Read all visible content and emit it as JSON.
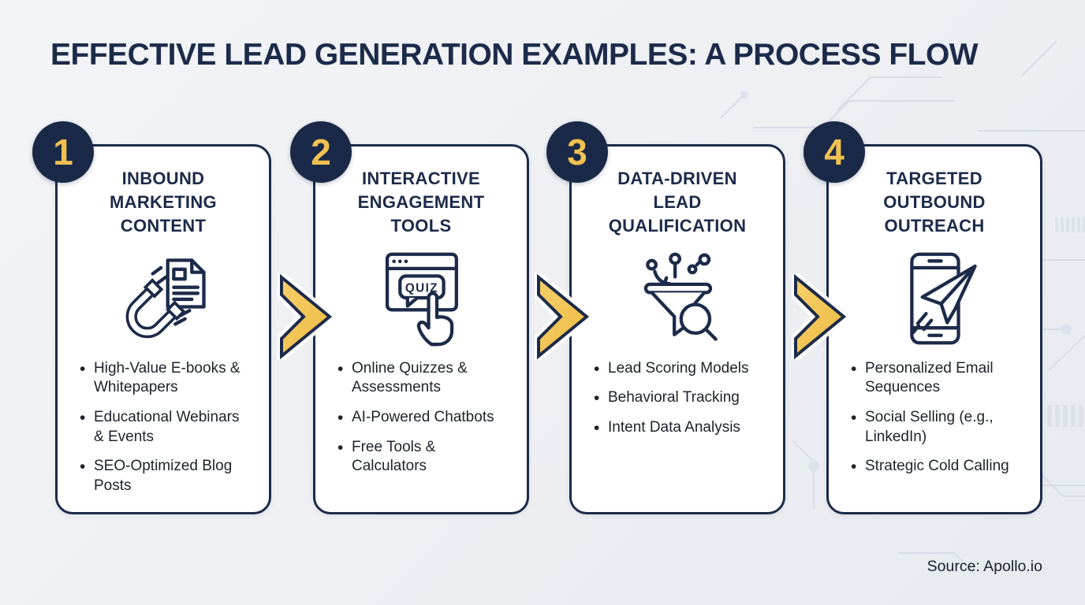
{
  "title": "EFFECTIVE LEAD GENERATION EXAMPLES: A PROCESS FLOW",
  "source": "Source: Apollo.io",
  "colors": {
    "navy": "#1d2b4a",
    "badge_navy": "#1a2947",
    "accent_yellow": "#f1c152",
    "card_bg": "#ffffff",
    "page_bg": "#eef0f4",
    "body_text": "#1e222b",
    "circuit_line": "#d8dde6"
  },
  "steps": [
    {
      "number": "1",
      "title": "INBOUND MARKETING CONTENT",
      "icon": "magnet-document-icon",
      "bullets": [
        "High-Value E-books & Whitepapers",
        "Educational Webinars & Events",
        "SEO-Optimized Blog Posts"
      ]
    },
    {
      "number": "2",
      "title": "INTERACTIVE ENGAGEMENT TOOLS",
      "icon": "quiz-click-icon",
      "icon_label": "QUIZ",
      "bullets": [
        "Online Quizzes & Assessments",
        "AI-Powered Chatbots",
        "Free Tools & Calculators"
      ]
    },
    {
      "number": "3",
      "title": "DATA-DRIVEN LEAD QUALIFICATION",
      "icon": "lead-funnel-magnifier-icon",
      "bullets": [
        "Lead Scoring Models",
        "Behavioral Tracking",
        "Intent Data Analysis"
      ]
    },
    {
      "number": "4",
      "title": "TARGETED OUTBOUND OUTREACH",
      "icon": "phone-paper-plane-icon",
      "bullets": [
        "Personalized Email Sequences",
        "Social Selling (e.g., LinkedIn)",
        "Strategic Cold Calling"
      ]
    }
  ]
}
